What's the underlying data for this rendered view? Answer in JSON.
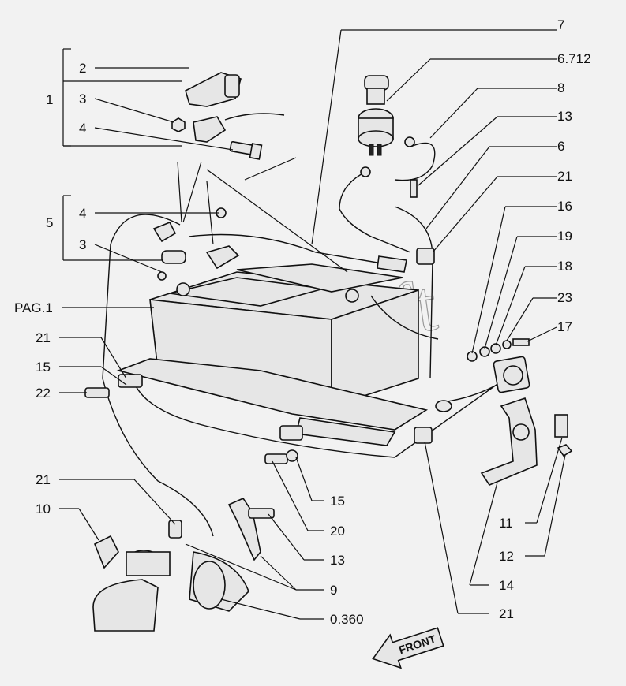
{
  "labels": {
    "l1": "1",
    "l2": "2",
    "l3a": "3",
    "l4a": "4",
    "l4b": "4",
    "l5": "5",
    "l3b": "3",
    "pag1": "PAG.1",
    "l21a": "21",
    "l15a": "15",
    "l22": "22",
    "l21b": "21",
    "l10": "10",
    "l7": "7",
    "l6712": "6.712",
    "l8": "8",
    "l13a": "13",
    "l6": "6",
    "l21c": "21",
    "l16": "16",
    "l19": "19",
    "l18": "18",
    "l23": "23",
    "l17": "17",
    "l15b": "15",
    "l20": "20",
    "l13b": "13",
    "l9": "9",
    "l0360": "0.360",
    "l11": "11",
    "l12": "12",
    "l14": "14",
    "l21d": "21"
  },
  "watermark": "AutoSoft",
  "front_arrow": "FRONT"
}
